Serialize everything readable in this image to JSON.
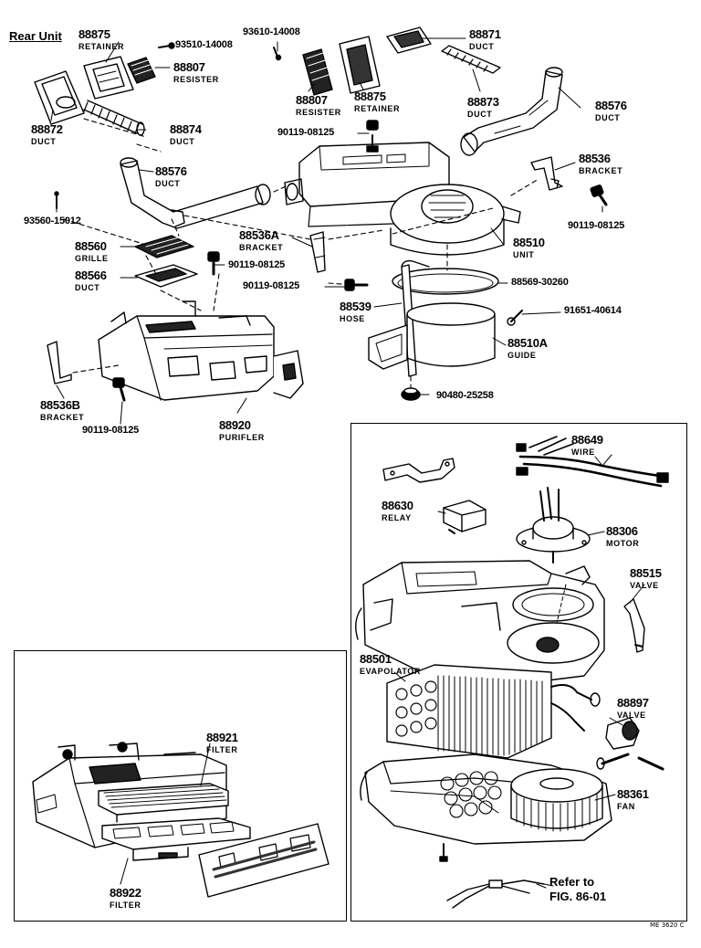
{
  "diagram": {
    "title": "Rear Unit",
    "drawing_code": "ME 3620 C"
  },
  "parts": {
    "p88875a": {
      "num": "88875",
      "name": "RETAINER"
    },
    "p93510": {
      "num": "93510-14008"
    },
    "p88807a": {
      "num": "88807",
      "name": "RESISTER"
    },
    "p93610": {
      "num": "93610-14008"
    },
    "p88871": {
      "num": "88871",
      "name": "DUCT"
    },
    "p88872": {
      "num": "88872",
      "name": "DUCT"
    },
    "p88874": {
      "num": "88874",
      "name": "DUCT"
    },
    "p88807b": {
      "num": "88807",
      "name": "RESISTER"
    },
    "p88875b": {
      "num": "88875",
      "name": "RETAINER"
    },
    "p88873": {
      "num": "88873",
      "name": "DUCT"
    },
    "p88576a": {
      "num": "88576",
      "name": "DUCT"
    },
    "p90119a": {
      "num": "90119-08125"
    },
    "p88576b": {
      "num": "88576",
      "name": "DUCT"
    },
    "p88536": {
      "num": "88536",
      "name": "BRACKET"
    },
    "p93560": {
      "num": "93560-15012"
    },
    "p90119b": {
      "num": "90119-08125"
    },
    "p88536A": {
      "num": "88536A",
      "name": "BRACKET"
    },
    "p88510": {
      "num": "88510",
      "name": "UNIT"
    },
    "p88560": {
      "num": "88560",
      "name": "GRILLE"
    },
    "p90119c": {
      "num": "90119-08125"
    },
    "p88566": {
      "num": "88566",
      "name": "DUCT"
    },
    "p90119d": {
      "num": "90119-08125"
    },
    "p88569": {
      "num": "88569-30260"
    },
    "p88539": {
      "num": "88539",
      "name": "HOSE"
    },
    "p91651": {
      "num": "91651-40614"
    },
    "p88510A": {
      "num": "88510A",
      "name": "GUIDE"
    },
    "p88536B": {
      "num": "88536B",
      "name": "BRACKET"
    },
    "p90119e": {
      "num": "90119-08125"
    },
    "p90480": {
      "num": "90480-25258"
    },
    "p88920": {
      "num": "88920",
      "name": "PURIFLER"
    },
    "p88649": {
      "num": "88649",
      "name": "WIRE"
    },
    "p88630": {
      "num": "88630",
      "name": "RELAY"
    },
    "p88306": {
      "num": "88306",
      "name": "MOTOR"
    },
    "p88515": {
      "num": "88515",
      "name": "VALVE"
    },
    "p88501": {
      "num": "88501",
      "name": "EVAPOLATOR"
    },
    "p88897": {
      "num": "88897",
      "name": "VALVE"
    },
    "p88361": {
      "num": "88361",
      "name": "FAN"
    },
    "p88921": {
      "num": "88921",
      "name": "FILTER"
    },
    "p88922": {
      "num": "88922",
      "name": "FILTER"
    }
  },
  "reference": {
    "line1": "Refer to",
    "line2": "FIG. 86-01"
  }
}
